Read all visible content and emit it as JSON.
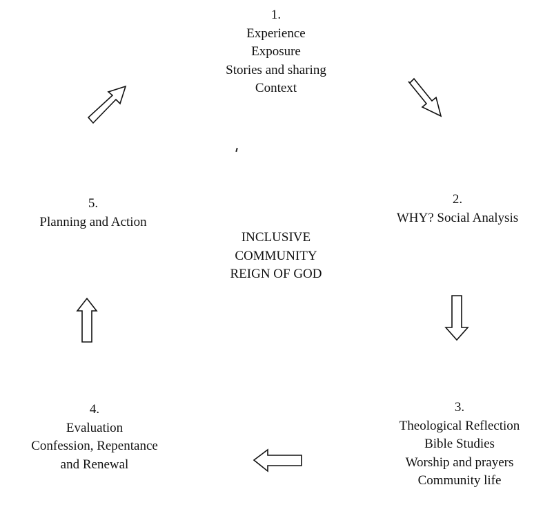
{
  "diagram": {
    "center": {
      "lines": [
        "INCLUSIVE",
        "COMMUNITY",
        "REIGN OF GOD"
      ]
    },
    "nodes": [
      {
        "number": "1.",
        "lines": [
          "Experience",
          "Exposure",
          "Stories and sharing",
          "Context"
        ]
      },
      {
        "number": "2.",
        "lines": [
          "WHY? Social Analysis"
        ]
      },
      {
        "number": "3.",
        "lines": [
          "Theological Reflection",
          "Bible Studies",
          "Worship and prayers",
          "Community life"
        ]
      },
      {
        "number": "4.",
        "lines": [
          "Evaluation",
          "Confession, Repentance",
          "and Renewal"
        ]
      },
      {
        "number": "5.",
        "lines": [
          "Planning and Action"
        ]
      }
    ],
    "arrows": [
      {
        "from": "1.",
        "to": "2.",
        "direction": "down-right"
      },
      {
        "from": "2.",
        "to": "3.",
        "direction": "down"
      },
      {
        "from": "3.",
        "to": "4.",
        "direction": "left"
      },
      {
        "from": "4.",
        "to": "5.",
        "direction": "up"
      },
      {
        "from": "5.",
        "to": "1.",
        "direction": "up-right"
      }
    ],
    "colors": {
      "line": "#111111",
      "arrow_fill": "#ffffff",
      "background": "#ffffff"
    }
  }
}
